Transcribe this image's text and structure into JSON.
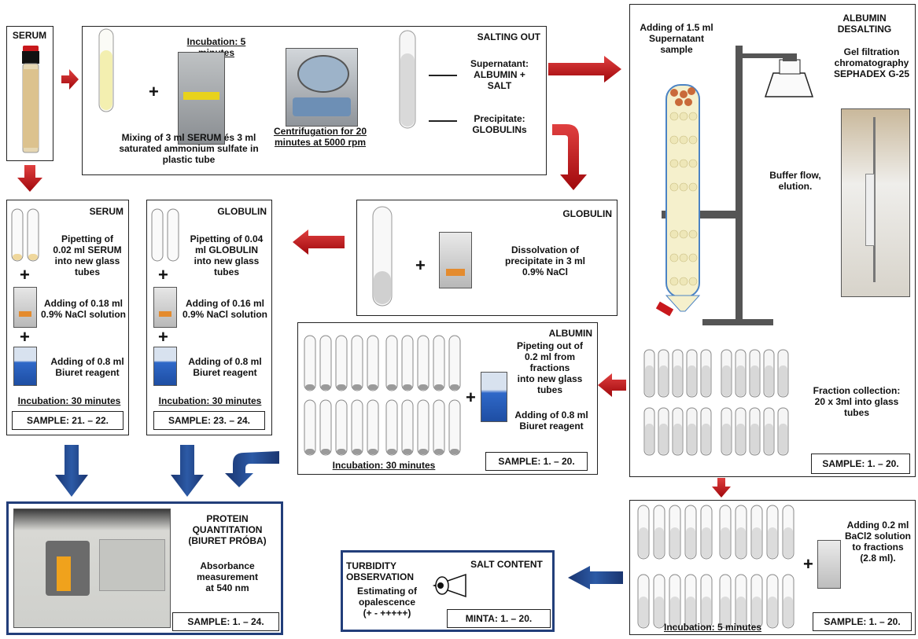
{
  "serum_box": {
    "title": "SERUM"
  },
  "mixing_box": {
    "incubation": "Incubation: 5 minutes",
    "mixing_text": "Mixing of 3 ml SERUM és 3 ml saturated ammonium sulfate in plastic tube",
    "centrifuge_text": "Centrifugation for 20 minutes at 5000 rpm",
    "title": "SALTING OUT",
    "supernatant": "Supernatant:\nALBUMIN +\nSALT",
    "precipitate": "Precipitate:\nGLOBULINs"
  },
  "desalting_box": {
    "adding_sample": "Adding of 1.5 ml\nSupernatant\nsample",
    "title": "ALBUMIN\nDESALTING",
    "method": "Gel filtration\nchromatography\nSEPHADEX G-25",
    "buffer": "Buffer flow,\nelution.",
    "fraction": "Fraction collection:\n20 x 3ml into glass\ntubes",
    "sample": "SAMPLE:  1. – 20."
  },
  "serum_pipette_box": {
    "title": "SERUM",
    "step1": "Pipetting of\n0.02 ml SERUM\ninto new glass\ntubes",
    "step2": "Adding of 0.18 ml\n0.9% NaCl solution",
    "step3": "Adding of 0.8 ml\nBiuret reagent",
    "incubation": "Incubation:  30 minutes",
    "sample": "SAMPLE:  21. – 22."
  },
  "globulin_pipette_box": {
    "title": "GLOBULIN",
    "step1": "Pipetting of 0.04\nml GLOBULIN\ninto new glass\ntubes",
    "step2": "Adding of 0.16 ml\n0.9% NaCl solution",
    "step3": "Adding of 0.8 ml\nBiuret reagent",
    "incubation": "Incubation:  30 minutes",
    "sample": "SAMPLE:  23. – 24."
  },
  "globulin_dissolve_box": {
    "title": "GLOBULIN",
    "text": "Dissolvation of\nprecipitate in 3 ml\n0.9% NaCl"
  },
  "albumin_box": {
    "title": "ALBUMIN",
    "step1": "Pipeting out of\n0.2 ml from\nfractions\ninto new glass\ntubes",
    "step2": "Adding of 0.8 ml\nBiuret reagent",
    "incubation": "Incubation:  30 minutes",
    "sample": "SAMPLE:  1. – 20."
  },
  "protein_box": {
    "title": "PROTEIN\nQUANTITATION\n(BIURET PRÓBA)",
    "text": "Absorbance\nmeasurement\nat 540 nm",
    "sample": "SAMPLE:  1. – 24."
  },
  "turbidity_box": {
    "title": "TURBIDITY\nOBSERVATION",
    "salt": "SALT CONTENT",
    "text": "Estimating of\nopalescence\n(+ - +++++)",
    "sample": "MINTA:  1. – 20."
  },
  "bacl_box": {
    "text": "Adding 0.2 ml\nBaCl2 solution\nto fractions\n(2.8 ml).",
    "incubation": "Incubation:  5 minutes",
    "sample": "SAMPLE:  1. – 20."
  },
  "colors": {
    "red_arrow": "#c0141c",
    "blue_arrow": "#1f3f86",
    "blue_reagent": "#2f68c8",
    "box_blue": "#223e7a"
  }
}
